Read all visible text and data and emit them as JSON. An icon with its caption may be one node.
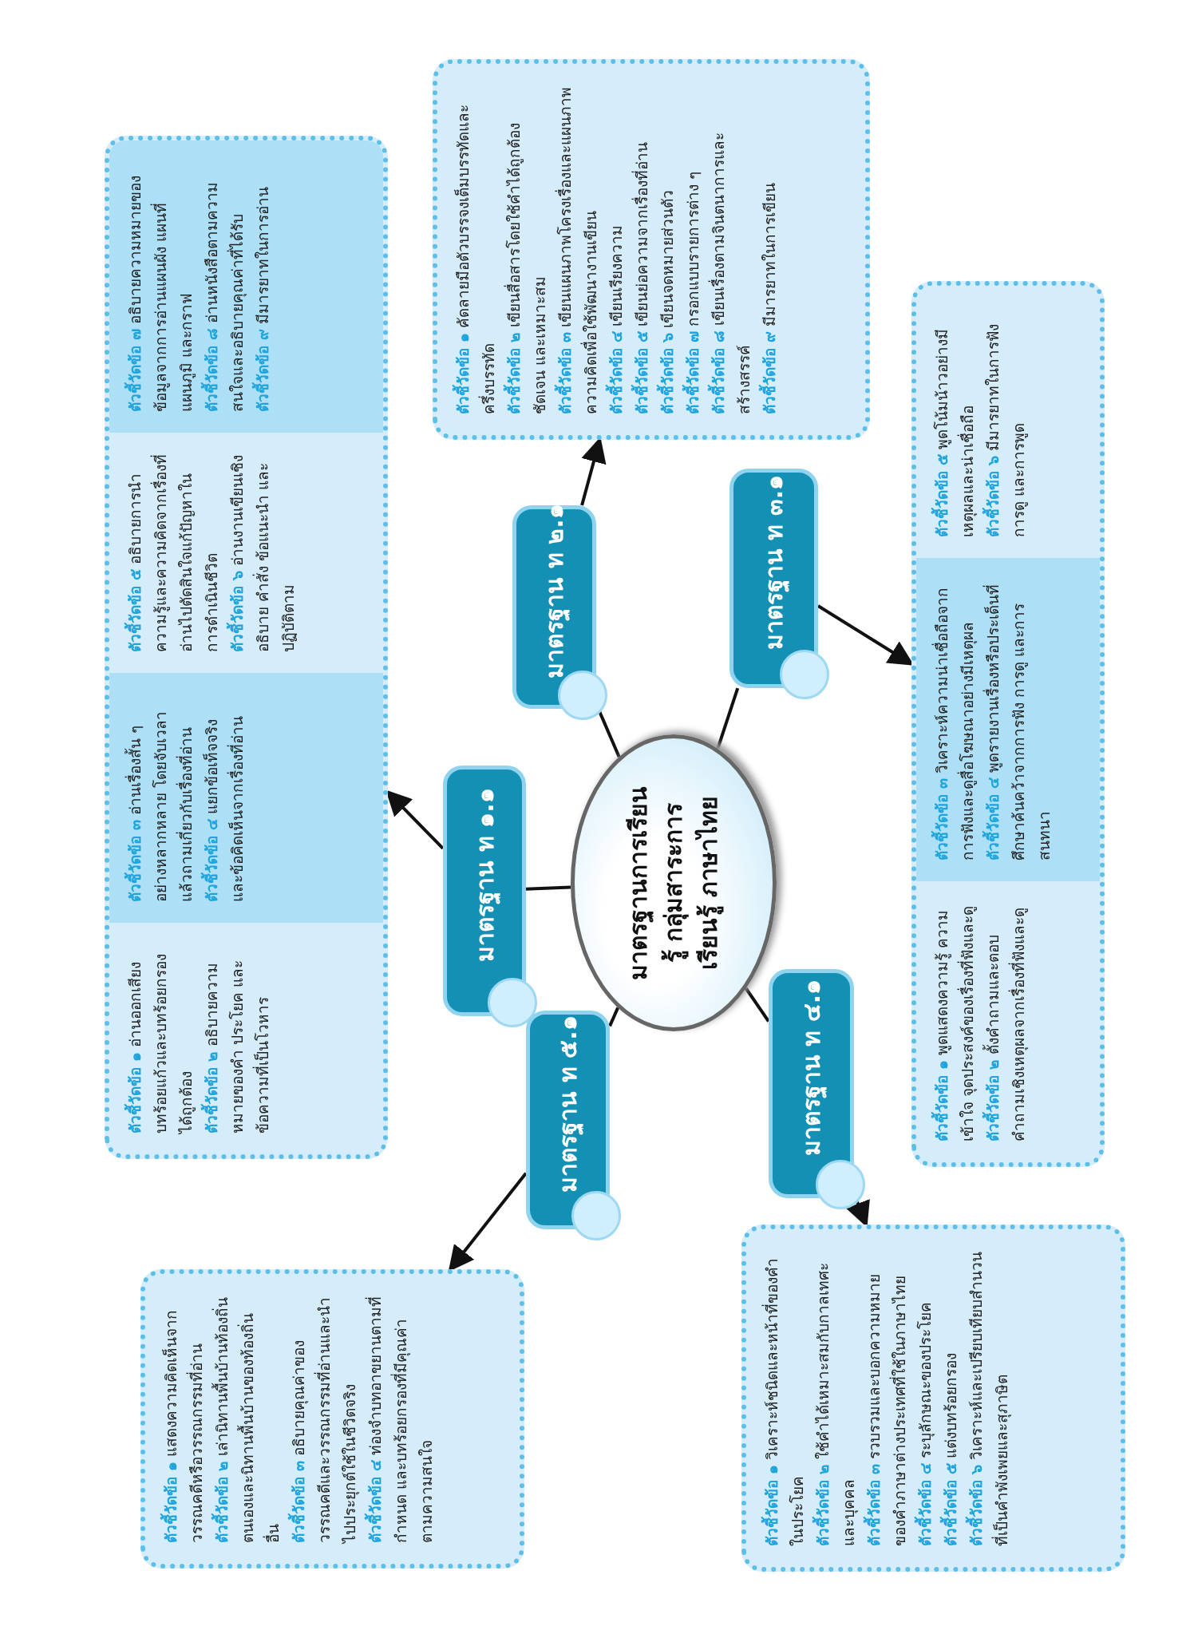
{
  "diagram": {
    "nodes": [
      {
        "text": [
          "มาตรฐานการเรียนรู้ กลุ่มสาระการเรียนรู้ ภาษาไทย"
        ]
      },
      {
        "text": [
          "มาตรฐาน ท ๑.๑"
        ]
      },
      {
        "text": [
          "มาตรฐาน ท ๒.๑"
        ]
      },
      {
        "text": [
          "มาตรฐาน ท ๓.๑"
        ]
      },
      {
        "text": [
          "มาตรฐาน ท ๔.๑"
        ]
      },
      {
        "text": [
          "มาตรฐาน ท ๕.๑"
        ]
      },
      {
        "text": [],
        "shape": "box"
      },
      {
        "text": [
          "**ตัวชี้วัดข้อ ๑** อ่านออกเสียงบทร้อยแก้วและบทร้อยกรองได้ถูกต้อง",
          "**ตัวชี้วัดข้อ ๒** อธิบายความหมายของคำ ประโยค และข้อความที่เป็นโวหาร"
        ],
        "in": 6
      },
      {
        "text": [
          "**ตัวชี้วัดข้อ ๓** อ่านเรื่องสั้น ๆ อย่างหลากหลาย โดยจับเวลาแล้วถามเกี่ยวกับเรื่องที่อ่าน",
          "**ตัวชี้วัดข้อ ๔** แยกข้อเท็จจริงและข้อคิดเห็นจากเรื่องที่อ่าน"
        ],
        "in": 6
      },
      {
        "text": [
          "**ตัวชี้วัดข้อ ๕** อธิบายการนำความรู้และความคิดจากเรื่องที่อ่านไปตัดสินใจแก้ปัญหาในการดำเนินชีวิต",
          "**ตัวชี้วัดข้อ ๖** อ่านงานเขียนเชิงอธิบาย คำสั่ง ข้อแนะนำ และปฏิบัติตาม"
        ],
        "in": 6
      },
      {
        "text": [
          "**ตัวชี้วัดข้อ ๗** อธิบายความหมายของข้อมูลจากการอ่านแผนผัง แผนที่ แผนภูมิ และกราฟ",
          "**ตัวชี้วัดข้อ ๘** อ่านหนังสือตามความสนใจและอธิบายคุณค่าที่ได้รับ",
          "**ตัวชี้วัดข้อ ๙** มีมารยาทในการอ่าน"
        ],
        "in": 6
      },
      {
        "text": [
          "**ตัวชี้วัดข้อ ๑** คัดลายมือตัวบรรจงเต็มบรรทัดและครึ่งบรรทัด",
          "**ตัวชี้วัดข้อ ๒** เขียนสื่อสารโดยใช้คำได้ถูกต้อง ชัดเจน และเหมาะสม",
          "**ตัวชี้วัดข้อ ๓** เขียนแผนภาพโครงเรื่องและแผนภาพความคิดเพื่อใช้พัฒนางานเขียน",
          "**ตัวชี้วัดข้อ ๔** เขียนเรียงความ",
          "**ตัวชี้วัดข้อ ๕** เขียนย่อความจากเรื่องที่อ่าน",
          "**ตัวชี้วัดข้อ ๖** เขียนจดหมายส่วนตัว",
          "**ตัวชี้วัดข้อ ๗** กรอกแบบรายการต่าง ๆ",
          "**ตัวชี้วัดข้อ ๘** เขียนเรื่องตามจินตนาการและสร้างสรรค์",
          "**ตัวชี้วัดข้อ ๙** มีมารยาทในการเขียน"
        ]
      },
      {
        "text": [],
        "shape": "box"
      },
      {
        "text": [
          "**ตัวชี้วัดข้อ ๑** พูดแสดงความรู้ ความเข้าใจ จุดประสงค์ของเรื่องที่ฟังและดู",
          "**ตัวชี้วัดข้อ ๒** ตั้งคำถามและตอบคำถามเชิงเหตุผลจากเรื่องที่ฟังและดู"
        ],
        "in": 12
      },
      {
        "text": [
          "**ตัวชี้วัดข้อ ๓** วิเคราะห์ความน่าเชื่อถือจากการฟังและดูสื่อโฆษณาอย่างมีเหตุผล",
          "**ตัวชี้วัดข้อ ๔** พูดรายงานเรื่องหรือประเด็นที่ศึกษาค้นคว้าจากการฟัง การดู และการสนทนา"
        ],
        "in": 12
      },
      {
        "text": [
          "**ตัวชี้วัดข้อ ๕** พูดโน้มน้าวอย่างมีเหตุผลและน่าเชื่อถือ",
          "**ตัวชี้วัดข้อ ๖** มีมารยาทในการฟัง การดู และการพูด"
        ],
        "in": 12
      },
      {
        "text": [
          "**ตัวชี้วัดข้อ ๑** วิเคราะห์ชนิดและหน้าที่ของคำในประโยค",
          "**ตัวชี้วัดข้อ ๒** ใช้คำได้เหมาะสมกับกาลเทศะและบุคคล",
          "**ตัวชี้วัดข้อ ๓** รวบรวมและบอกความหมายของคำภาษาต่างประเทศที่ใช้ในภาษาไทย",
          "**ตัวชี้วัดข้อ ๔** ระบุลักษณะของประโยค",
          "**ตัวชี้วัดข้อ ๕** แต่งบทร้อยกรอง",
          "**ตัวชี้วัดข้อ ๖** วิเคราะห์และเปรียบเทียบสำนวนที่เป็นคำพังเพยและสุภาษิต"
        ]
      },
      {
        "text": [
          "**ตัวชี้วัดข้อ ๑** แสดงความคิดเห็นจากวรรณคดีหรือวรรณกรรมที่อ่าน",
          "**ตัวชี้วัดข้อ ๒** เล่านิทานพื้นบ้านท้องถิ่นตนเองและนิทานพื้นบ้านของท้องถิ่นอื่น",
          "**ตัวชี้วัดข้อ ๓** อธิบายคุณค่าของวรรณคดีและวรรณกรรมที่อ่านและนำไปประยุกต์ใช้ในชีวิตจริง",
          "**ตัวชี้วัดข้อ ๔** ท่องจำบทอาขยานตามที่กำหนด และบทร้อยกรองที่มีคุณค่าตามความสนใจ"
        ]
      }
    ],
    "edges": [
      {
        "from": 0,
        "to": 1,
        "arrow": "none"
      },
      {
        "from": 0,
        "to": 2,
        "arrow": "none"
      },
      {
        "from": 0,
        "to": 3,
        "arrow": "none"
      },
      {
        "from": 0,
        "to": 4,
        "arrow": "none"
      },
      {
        "from": 0,
        "to": 5,
        "arrow": "none"
      },
      {
        "from": 1,
        "to": 6,
        "arrow": "to"
      },
      {
        "from": 2,
        "to": 11,
        "arrow": "to"
      },
      {
        "from": 3,
        "to": 12,
        "arrow": "to"
      },
      {
        "from": 4,
        "to": 16,
        "arrow": "to"
      },
      {
        "from": 5,
        "to": 17,
        "arrow": "to"
      }
    ]
  }
}
